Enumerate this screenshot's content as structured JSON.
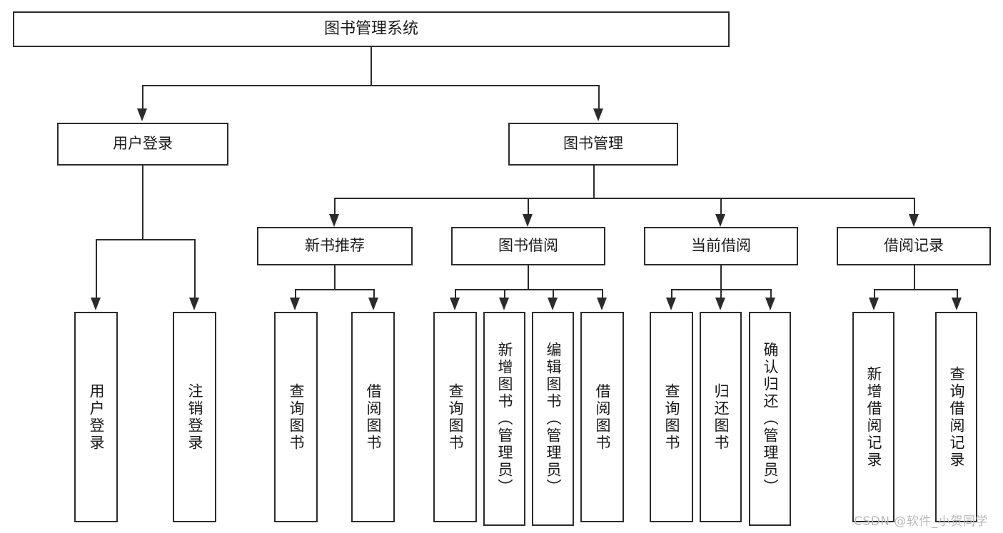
{
  "diagram": {
    "type": "tree-hierarchy",
    "title": "图书管理系统",
    "background_color": "#ffffff",
    "line_color": "#2b2b2b",
    "text_color": "#1a1a1a"
  },
  "root": {
    "label": "图书管理系统"
  },
  "level2": [
    {
      "label": "用户登录"
    },
    {
      "label": "图书管理"
    }
  ],
  "level3": [
    {
      "label": "新书推荐"
    },
    {
      "label": "图书借阅"
    },
    {
      "label": "当前借阅"
    },
    {
      "label": "借阅记录"
    }
  ],
  "leaves": {
    "user_login": [
      {
        "label": "用户登录"
      },
      {
        "label": "注销登录"
      }
    ],
    "new_book_recommend": [
      {
        "label": "查询图书"
      },
      {
        "label": "借阅图书"
      }
    ],
    "book_borrow": [
      {
        "label": "查询图书"
      },
      {
        "label": "新增图书（管理员）"
      },
      {
        "label": "编辑图书（管理员）"
      },
      {
        "label": "借阅图书"
      }
    ],
    "current_borrow": [
      {
        "label": "查询图书"
      },
      {
        "label": "归还图书"
      },
      {
        "label": "确认归还（管理员）"
      }
    ],
    "borrow_record": [
      {
        "label": "新增借阅记录"
      },
      {
        "label": "查询借阅记录"
      }
    ]
  },
  "watermark": {
    "text": "CSDN @软件_小贺同学",
    "color": "#b9b9b9"
  }
}
